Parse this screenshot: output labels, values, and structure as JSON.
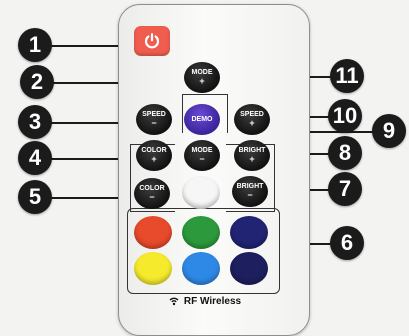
{
  "remote": {
    "footer_text": "RF Wireless"
  },
  "buttons": {
    "mode_plus": {
      "label": "MODE",
      "sym": "+"
    },
    "demo": {
      "label": "DEMO"
    },
    "speed_minus": {
      "label": "SPEED",
      "sym": "−"
    },
    "speed_plus": {
      "label": "SPEED",
      "sym": "+"
    },
    "mode_minus": {
      "label": "MODE",
      "sym": "−"
    },
    "color_plus": {
      "label": "COLOR",
      "sym": "+"
    },
    "color_minus": {
      "label": "COLOR",
      "sym": "−"
    },
    "bright_plus": {
      "label": "BRIGHT",
      "sym": "+"
    },
    "bright_minus": {
      "label": "BRIGHT",
      "sym": "−"
    }
  },
  "swatch_colors": {
    "white": "#f6f6f6",
    "red": "#e84a2c",
    "green": "#2c9a3c",
    "navy": "#202472",
    "yellow": "#f5ea2c",
    "blue": "#2e88e6",
    "dark_navy": "#1d1f5e"
  },
  "callouts": [
    "1",
    "2",
    "3",
    "4",
    "5",
    "6",
    "7",
    "8",
    "9",
    "10",
    "11"
  ]
}
